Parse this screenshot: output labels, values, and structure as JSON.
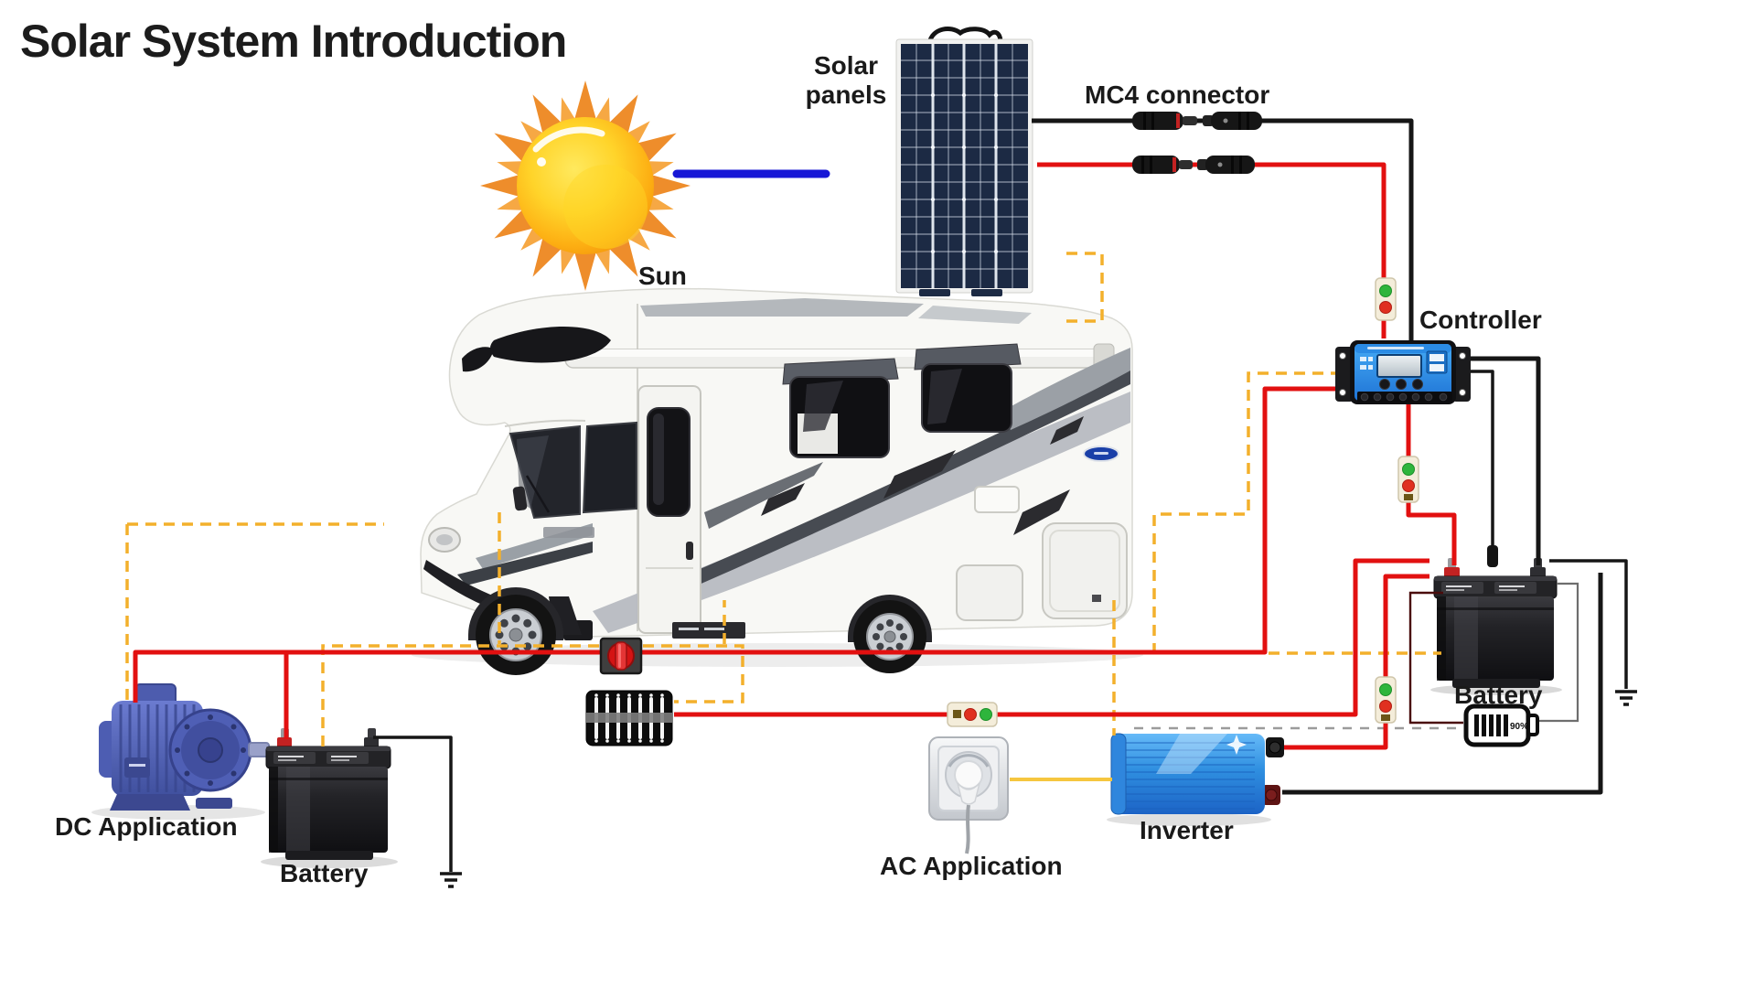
{
  "title": "Solar System Introduction",
  "labels": {
    "sun": "Sun",
    "solar_panels_1": "Solar",
    "solar_panels_2": "panels",
    "mc4_connector": "MC4 connector",
    "controller": "Controller",
    "battery_main": "Battery",
    "battery_aux": "Battery",
    "inverter": "Inverter",
    "ac_application": "AC Application",
    "dc_application": "DC Application"
  },
  "indicators": {
    "battery_level_percent": "90%"
  },
  "colors": {
    "wire_positive": "#e21010",
    "wire_negative": "#161616",
    "wire_dashed": "#f3b02c",
    "wire_sunlight": "#1717d6",
    "wire_ac": "#f6c63f",
    "wire_sense": "#9b9b9b",
    "wire_dark_sense": "#4a0c0c",
    "panel_cell": "#1c2a44",
    "controller_blue": "#2f9bef",
    "inverter_blue": "#2f8fe0",
    "motor_blue": "#5261b0",
    "sun_body": "#ffc616",
    "sun_ray": "#ee8d2b",
    "label_color": "#1a1a1a"
  }
}
